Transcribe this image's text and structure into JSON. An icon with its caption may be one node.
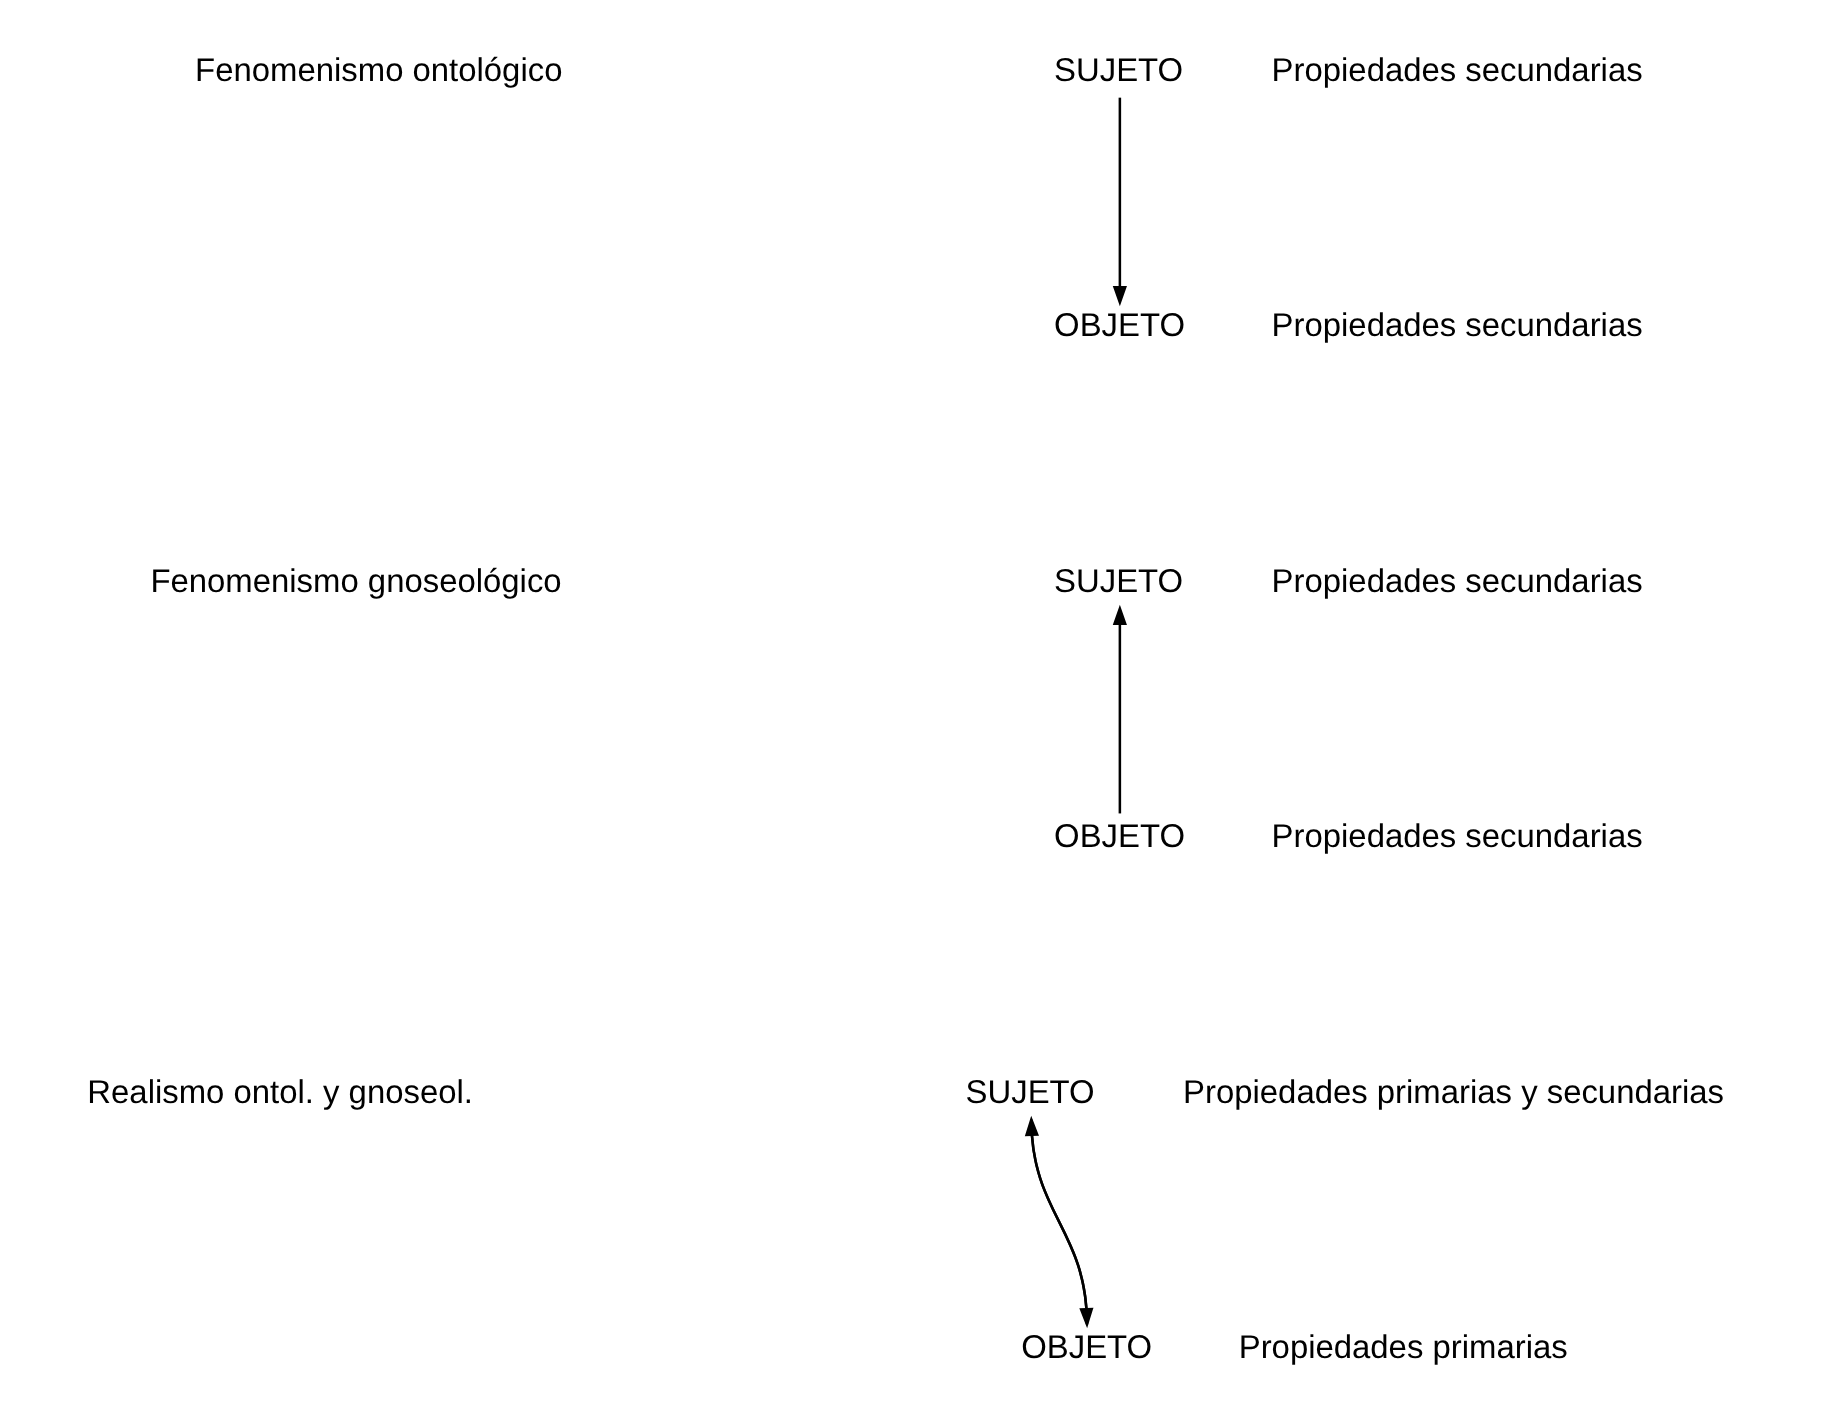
{
  "diagram": {
    "nodes": [
      {
        "text": [
          "SUJETO"
        ],
        "beside": [
          "Propiedades secundarias"
        ]
      },
      {
        "text": [
          "OBJETO"
        ],
        "beside": [
          "Propiedades secundarias"
        ]
      },
      {
        "text": [
          "SUJETO"
        ],
        "beside": [
          "Propiedades secundarias"
        ]
      },
      {
        "text": [
          "OBJETO"
        ],
        "beside": [
          "Propiedades secundarias"
        ]
      },
      {
        "text": [
          "SUJETO"
        ],
        "beside": [
          "Propiedades primarias y secundarias"
        ]
      },
      {
        "text": [
          "OBJETO"
        ],
        "beside": [
          "Propiedades primarias"
        ]
      }
    ],
    "edges": [
      {
        "from": 0,
        "to": 1,
        "arrow": "to"
      },
      {
        "from": 3,
        "to": 2,
        "arrow": "to"
      },
      {
        "from": 5,
        "to": 4,
        "arrow": "to"
      },
      {
        "from": 4,
        "to": 5,
        "arrow": "to"
      }
    ],
    "labels": [
      "Fenomenismo ontológico",
      "Fenomenismo gnoseológico",
      "Realismo ontol. y gnoseol."
    ]
  }
}
